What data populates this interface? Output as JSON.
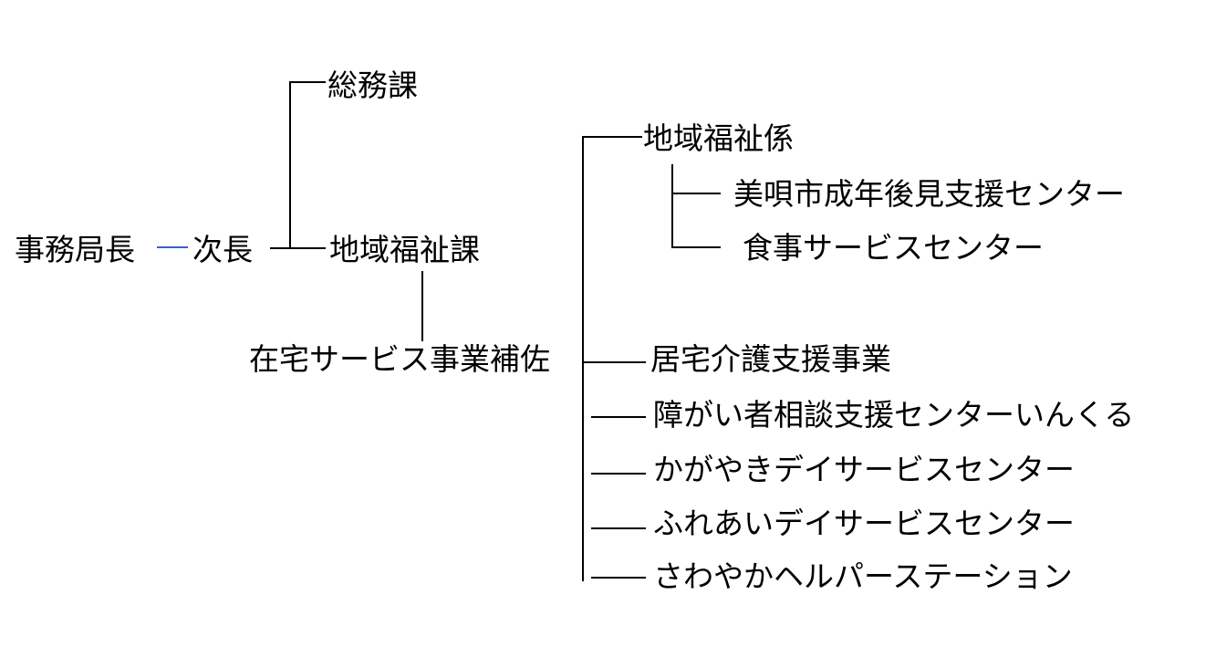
{
  "org_chart": {
    "secretary_general": "事務局長",
    "deputy_director": "次長",
    "general_affairs_division": "総務課",
    "community_welfare_division": "地域福祉課",
    "home_service_assistant": "在宅サービス事業補佐",
    "community_welfare_unit": "地域福祉係",
    "adult_guardianship_center": "美唄市成年後見支援センター",
    "meal_service_center": "食事サービスセンター",
    "home_care_support_service": "居宅介護支援事業",
    "disability_consultation_center": "障がい者相談支援センターいんくる",
    "kagayaki_day_service_center": "かがやきデイサービスセンター",
    "fureai_day_service_center": "ふれあいデイサービスセンター",
    "sawayaka_helper_station": "さわやかヘルパーステーション"
  },
  "colors": {
    "line": "#000000",
    "accent_line": "#3a5fcd",
    "text": "#000000",
    "background": "#ffffff"
  }
}
